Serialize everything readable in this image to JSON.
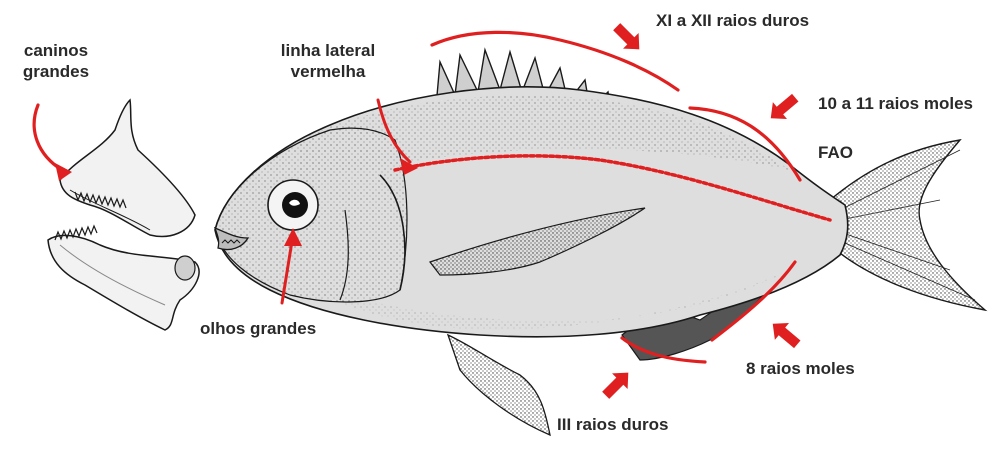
{
  "labels": {
    "caninos_line1": "caninos",
    "caninos_line2": "grandes",
    "linha_line1": "linha lateral",
    "linha_line2": "vermelha",
    "xi_xii": "XI a XII raios duros",
    "dez_onze": "10 a 11 raios moles",
    "fao": "FAO",
    "olhos": "olhos grandes",
    "oito": "8 raios moles",
    "iii": "III raios duros"
  },
  "colors": {
    "annotation_red": "#e02020",
    "text": "#2a2a2a",
    "ink": "#1a1a1a",
    "body_fill": "#d9d9d9",
    "belly_fill": "#eeeeee",
    "background": "#ffffff"
  }
}
